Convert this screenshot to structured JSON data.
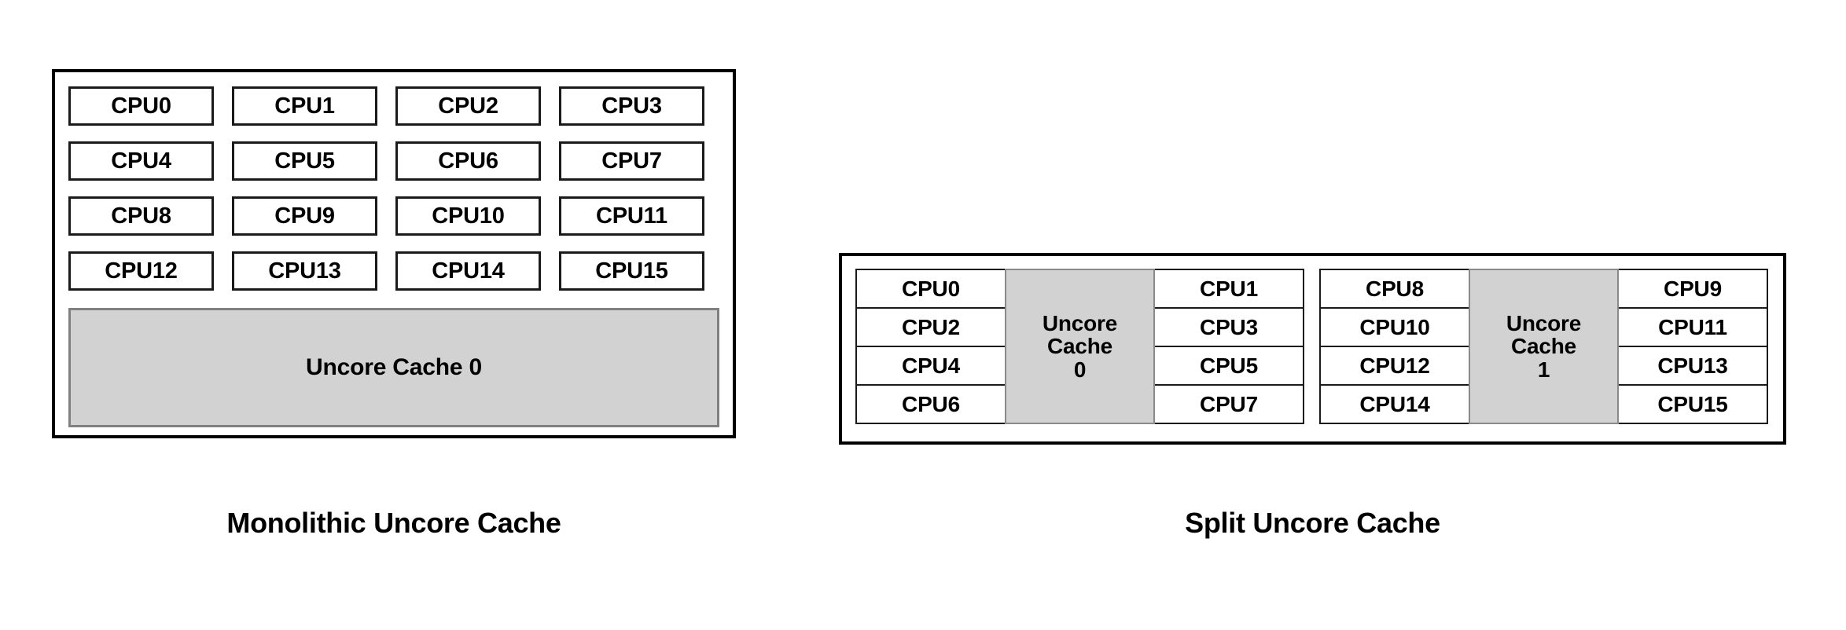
{
  "diagram": {
    "background_color": "#ffffff",
    "border_color": "#000000",
    "cache_fill_color": "#d2d2d2",
    "cpu_fill_color": "#ffffff"
  },
  "monolithic": {
    "caption": "Monolithic Uncore Cache",
    "cpus": [
      "CPU0",
      "CPU1",
      "CPU2",
      "CPU3",
      "CPU4",
      "CPU5",
      "CPU6",
      "CPU7",
      "CPU8",
      "CPU9",
      "CPU10",
      "CPU11",
      "CPU12",
      "CPU13",
      "CPU14",
      "CPU15"
    ],
    "cache": {
      "label": "Uncore Cache 0"
    }
  },
  "split": {
    "caption": "Split Uncore Cache",
    "clusters": [
      {
        "left_cpus": [
          "CPU0",
          "CPU2",
          "CPU4",
          "CPU6"
        ],
        "cache": {
          "line1": "Uncore",
          "line2": "Cache",
          "line3": "0"
        },
        "right_cpus": [
          "CPU1",
          "CPU3",
          "CPU5",
          "CPU7"
        ]
      },
      {
        "left_cpus": [
          "CPU8",
          "CPU10",
          "CPU12",
          "CPU14"
        ],
        "cache": {
          "line1": "Uncore",
          "line2": "Cache",
          "line3": "1"
        },
        "right_cpus": [
          "CPU9",
          "CPU11",
          "CPU13",
          "CPU15"
        ]
      }
    ]
  }
}
